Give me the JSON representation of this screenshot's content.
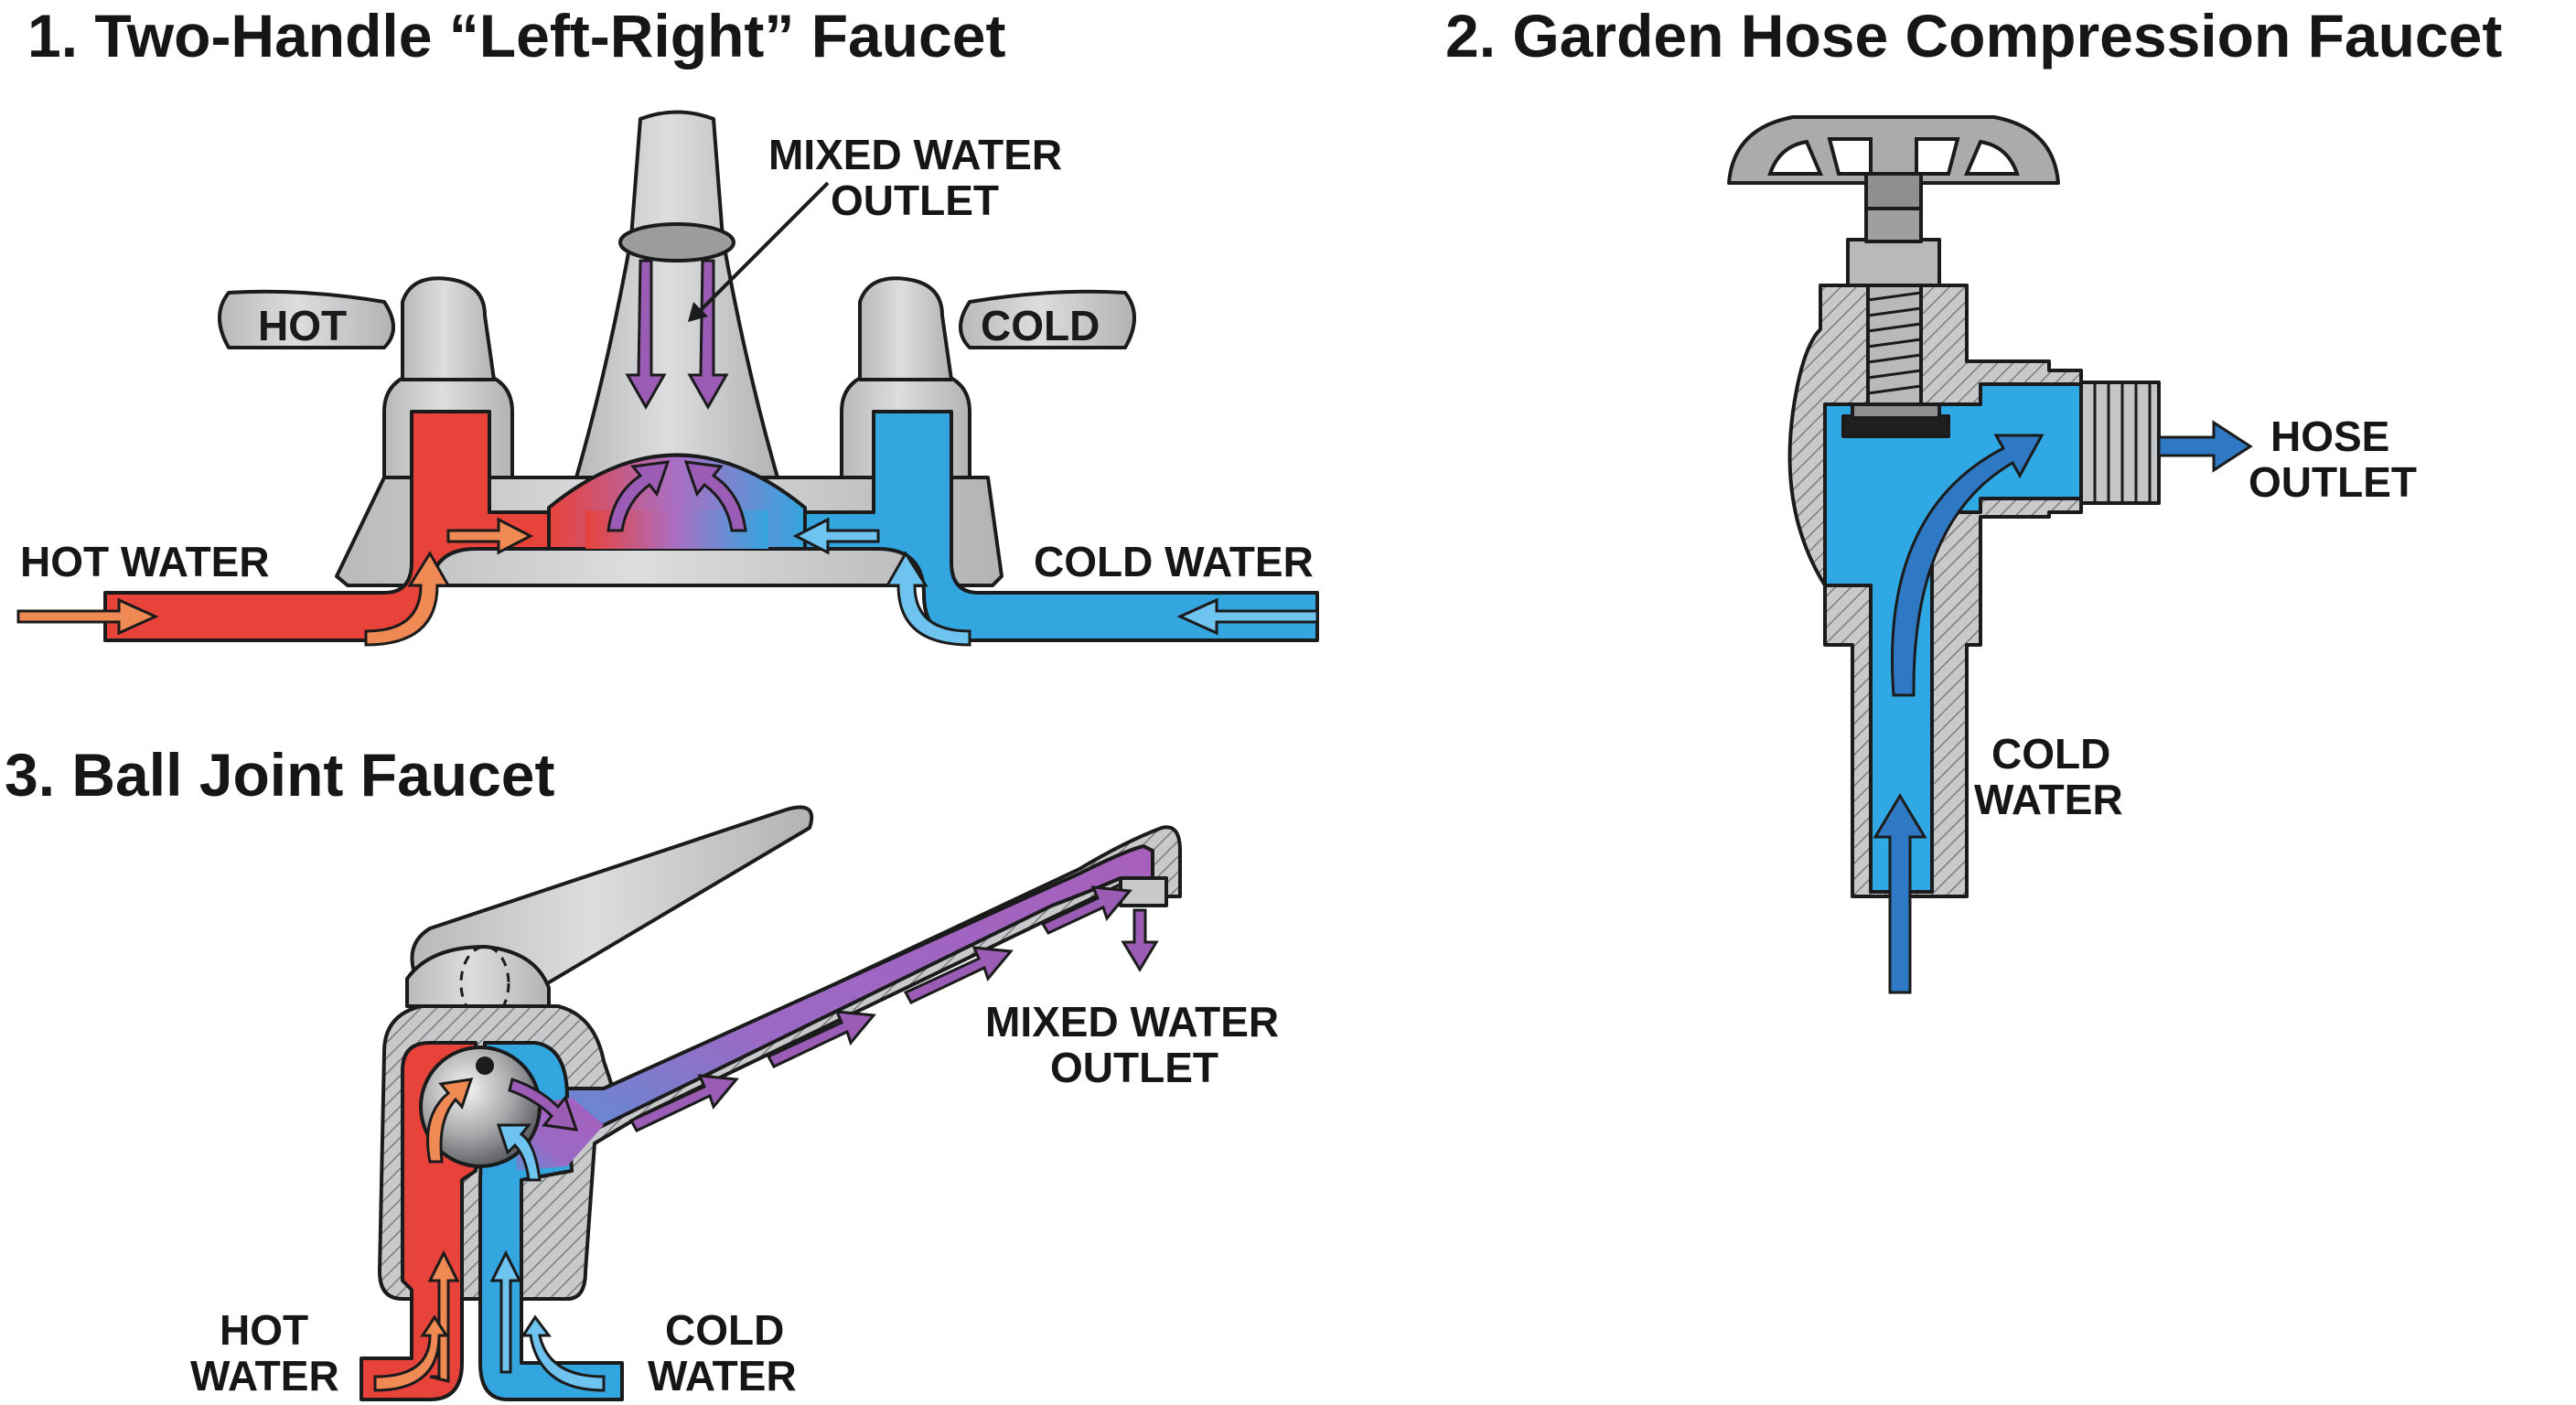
{
  "colors": {
    "hot": "#e8433a",
    "cold": "#33a6df",
    "mixed": "#9a5cb4",
    "metal": "#c9cbcd",
    "outline": "#1b1b1b",
    "arrow_blue": "#2f78c4",
    "arrow_purple": "#7d3fa3"
  },
  "panels": {
    "two_handle": {
      "title": "1. Two-Handle “Left-Right” Faucet",
      "hot_handle": "HOT",
      "cold_handle": "COLD",
      "outlet_line1": "MIXED WATER",
      "outlet_line2": "OUTLET",
      "hot_inlet": "HOT WATER",
      "cold_inlet": "COLD WATER"
    },
    "garden_hose": {
      "title": "2. Garden Hose Compression Faucet",
      "outlet_line1": "HOSE",
      "outlet_line2": "OUTLET",
      "inlet_line1": "COLD",
      "inlet_line2": "WATER"
    },
    "ball_joint": {
      "title": "3. Ball Joint Faucet",
      "outlet_line1": "MIXED WATER",
      "outlet_line2": "OUTLET",
      "hot_line1": "HOT",
      "hot_line2": "WATER",
      "cold_line1": "COLD",
      "cold_line2": "WATER"
    }
  }
}
